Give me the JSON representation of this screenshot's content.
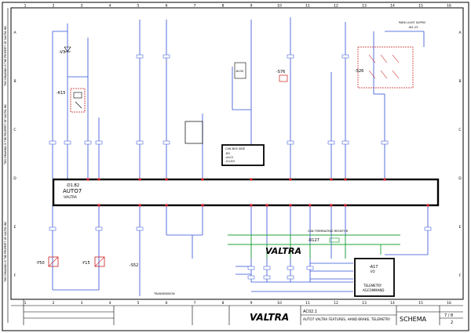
{
  "sheet": {
    "col_numbers": [
      "1",
      "2",
      "3",
      "4",
      "5",
      "6",
      "7",
      "8",
      "9",
      "10",
      "11",
      "12",
      "13",
      "14",
      "15",
      "16"
    ],
    "row_letters": [
      "A",
      "B",
      "C",
      "D",
      "E",
      "F"
    ],
    "left_margin_text": "THIS DRAWING IS THE PROPERTY OF VALTRA INC."
  },
  "colors": {
    "wire_blue": "#2f4fd6",
    "wire_green": "#1fa535",
    "connector_red": "#e0202a",
    "relay_red": "#c81e1e",
    "frame": "#000000"
  },
  "components": {
    "v3": "-V3",
    "k15": "-K15",
    "s76": "-S76",
    "s26": "-S26",
    "b150": "-B150",
    "y50": "-Y50",
    "y15": "-Y15",
    "s52": "-S52",
    "a1": "-A17"
  },
  "bus_box": {
    "ref": "-D1.B2",
    "name": "AUTO7",
    "sub": "-VALTRA"
  },
  "canbus_box": {
    "title": "CAN BUS SIDE",
    "l1": "-B3",
    "l2": "-ALC2",
    "l3": "-D1.B3"
  },
  "telemetry_box": {
    "ref": "-A17",
    "sub": "I/O",
    "l1": "TELEMETRY",
    "l2": "AGCOMMAND"
  },
  "right_top_labels": {
    "supply": "PARK LIGHT SUPPLY",
    "ref": "-W1.23"
  },
  "can_label": "CAN TERMINATING RESISTOR",
  "resistor": "-R127",
  "bottom_label": "TRANSMISSION",
  "title_block": {
    "brand": "VALTRA",
    "code": "AC02.1",
    "description": "AUTO7 VALTRA FEATURES, HAND BRAKE, TELEMETRY",
    "schema_label": "SCHEMA",
    "sheet_no": "7 / 8",
    "page_no": "2"
  }
}
